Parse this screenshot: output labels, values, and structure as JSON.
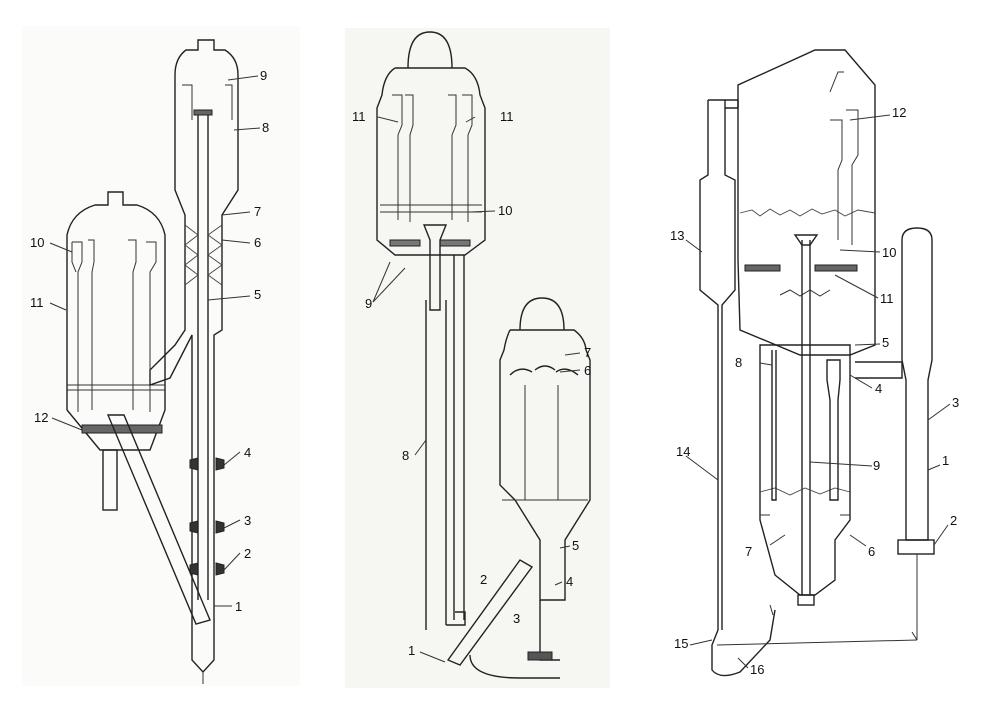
{
  "colors": {
    "line": "#222222",
    "panel1_bg": "#fbfbf9",
    "panel2_bg": "#f6f6f3",
    "panel3_bg": "#ffffff"
  },
  "panels": [
    {
      "labels": [
        "1",
        "2",
        "3",
        "4",
        "5",
        "6",
        "7",
        "8",
        "9",
        "10",
        "11",
        "12"
      ]
    },
    {
      "labels": [
        "1",
        "2",
        "3",
        "4",
        "5",
        "6",
        "7",
        "8",
        "9",
        "10",
        "11",
        "11"
      ]
    },
    {
      "labels": [
        "1",
        "2",
        "3",
        "4",
        "5",
        "6",
        "7",
        "8",
        "9",
        "10",
        "11",
        "12",
        "13",
        "14",
        "15",
        "16"
      ]
    }
  ]
}
